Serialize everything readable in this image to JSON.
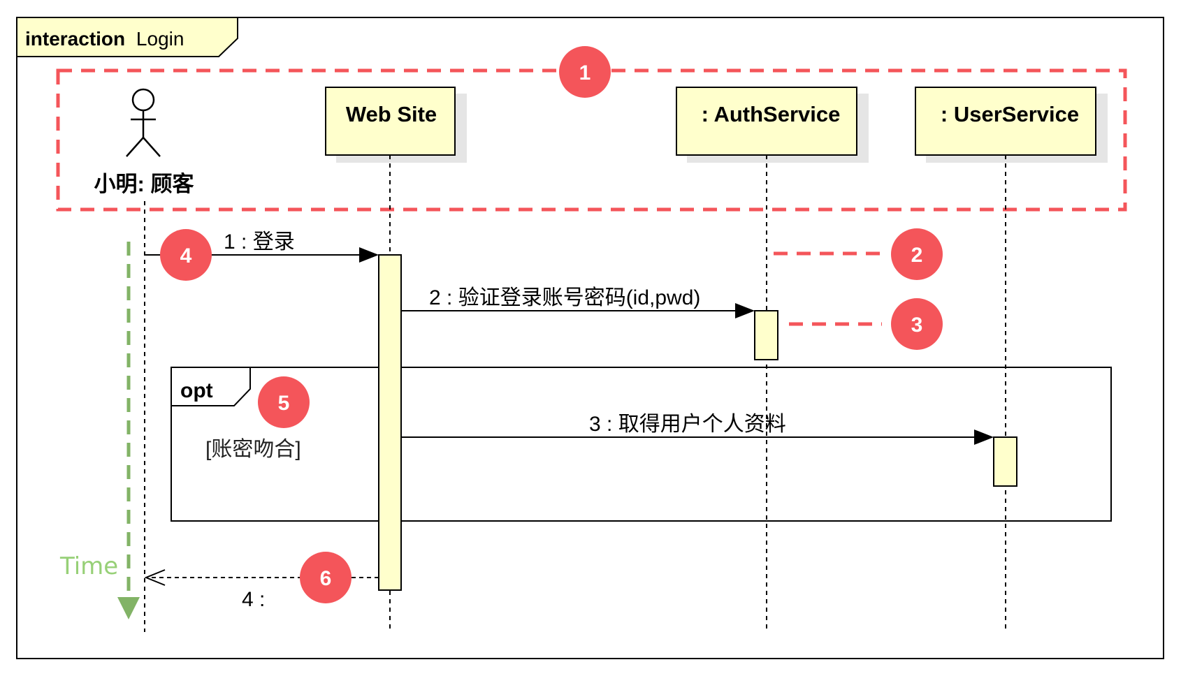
{
  "frame": {
    "keyword": "interaction",
    "name": "Login"
  },
  "actor": {
    "label": "小明: 顾客"
  },
  "lifelines": {
    "website": {
      "label": "Web Site"
    },
    "auth": {
      "label": ": AuthService"
    },
    "user": {
      "label": ": UserService"
    }
  },
  "messages": {
    "m1": {
      "label": "1 : 登录"
    },
    "m2": {
      "label": "2 : 验证登录账号密码(id,pwd)"
    },
    "m3": {
      "label": "3 : 取得用户个人资料"
    },
    "m4": {
      "label": "4 : "
    }
  },
  "fragment": {
    "operator": "opt",
    "guard": "[账密吻合]"
  },
  "time_label": "Time",
  "markers": [
    "1",
    "2",
    "3",
    "4",
    "5",
    "6"
  ],
  "colors": {
    "lifeline_fill": "#ffffcc",
    "marker_red": "#f4555a",
    "annotation_dash": "#f4555a",
    "time_green": "#82b366",
    "line": "#000000"
  }
}
